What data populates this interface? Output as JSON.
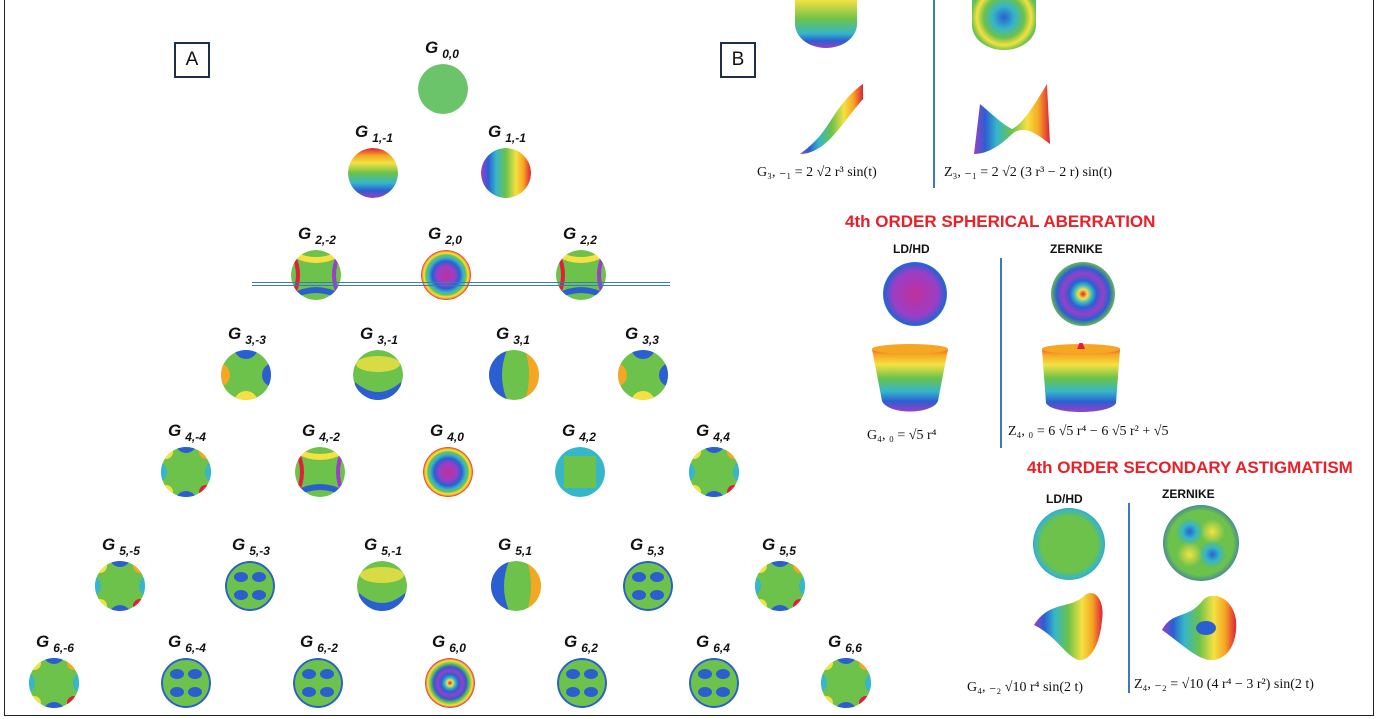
{
  "panels": {
    "a": "A",
    "b": "B"
  },
  "pyramid": [
    {
      "row": 0,
      "items": [
        {
          "label": "G",
          "sub": "0,0",
          "pattern": "flat"
        }
      ]
    },
    {
      "row": 1,
      "items": [
        {
          "label": "G",
          "sub": "1,-1",
          "pattern": "tilt-v"
        },
        {
          "label": "G",
          "sub": "1,-1",
          "pattern": "tilt-h"
        }
      ]
    },
    {
      "row": 2,
      "items": [
        {
          "label": "G",
          "sub": "2,-2",
          "pattern": "astig"
        },
        {
          "label": "G",
          "sub": "2,0",
          "pattern": "defocus"
        },
        {
          "label": "G",
          "sub": "2,2",
          "pattern": "astig"
        }
      ]
    },
    {
      "row": 3,
      "items": [
        {
          "label": "G",
          "sub": "3,-3",
          "pattern": "trefoil"
        },
        {
          "label": "G",
          "sub": "3,-1",
          "pattern": "coma-v"
        },
        {
          "label": "G",
          "sub": "3,1",
          "pattern": "coma-h"
        },
        {
          "label": "G",
          "sub": "3,3",
          "pattern": "trefoil"
        }
      ]
    },
    {
      "row": 4,
      "items": [
        {
          "label": "G",
          "sub": "4,-4",
          "pattern": "quad"
        },
        {
          "label": "G",
          "sub": "4,-2",
          "pattern": "astig"
        },
        {
          "label": "G",
          "sub": "4,0",
          "pattern": "defocus"
        },
        {
          "label": "G",
          "sub": "4,2",
          "pattern": "square"
        },
        {
          "label": "G",
          "sub": "4,4",
          "pattern": "quad"
        }
      ]
    },
    {
      "row": 5,
      "items": [
        {
          "label": "G",
          "sub": "5,-5",
          "pattern": "quad"
        },
        {
          "label": "G",
          "sub": "5,-3",
          "pattern": "lobes"
        },
        {
          "label": "G",
          "sub": "5,-1",
          "pattern": "coma-v"
        },
        {
          "label": "G",
          "sub": "5,1",
          "pattern": "coma-h"
        },
        {
          "label": "G",
          "sub": "5,3",
          "pattern": "lobes"
        },
        {
          "label": "G",
          "sub": "5,5",
          "pattern": "quad"
        }
      ]
    },
    {
      "row": 6,
      "items": [
        {
          "label": "G",
          "sub": "6,-6",
          "pattern": "quad"
        },
        {
          "label": "G",
          "sub": "6,-4",
          "pattern": "lobes"
        },
        {
          "label": "G",
          "sub": "6,-2",
          "pattern": "lobes"
        },
        {
          "label": "G",
          "sub": "6,0",
          "pattern": "zernike"
        },
        {
          "label": "G",
          "sub": "6,2",
          "pattern": "lobes"
        },
        {
          "label": "G",
          "sub": "6,4",
          "pattern": "lobes"
        },
        {
          "label": "G",
          "sub": "6,6",
          "pattern": "quad"
        }
      ]
    }
  ],
  "panel_b": {
    "coma": {
      "formula_g": "G₃, ₋₁ = 2 √2 r³ sin(t)",
      "formula_z": "Z₃, ₋₁ = 2 √2 (3 r³ − 2 r) sin(t)"
    },
    "spherical": {
      "heading": "4th ORDER SPHERICAL ABERRATION",
      "left_label": "LD/HD",
      "right_label": "ZERNIKE",
      "formula_g": "G₄, ₀ = √5 r⁴",
      "formula_z": "Z₄, ₀ = 6 √5 r⁴ − 6 √5 r² + √5"
    },
    "astigmatism": {
      "heading": "4th ORDER SECONDARY ASTIGMATISM",
      "left_label": "LD/HD",
      "right_label": "ZERNIKE",
      "formula_g": "G₄, ₋₂  √10  r⁴ sin(2 t)",
      "formula_z": "Z₄, ₋₂ = √10  (4 r⁴ − 3 r²) sin(2 t)"
    }
  },
  "colors": {
    "accent_red": "#e8202a",
    "divider_blue": "#3b78c2",
    "border": "#1f2f4a"
  }
}
